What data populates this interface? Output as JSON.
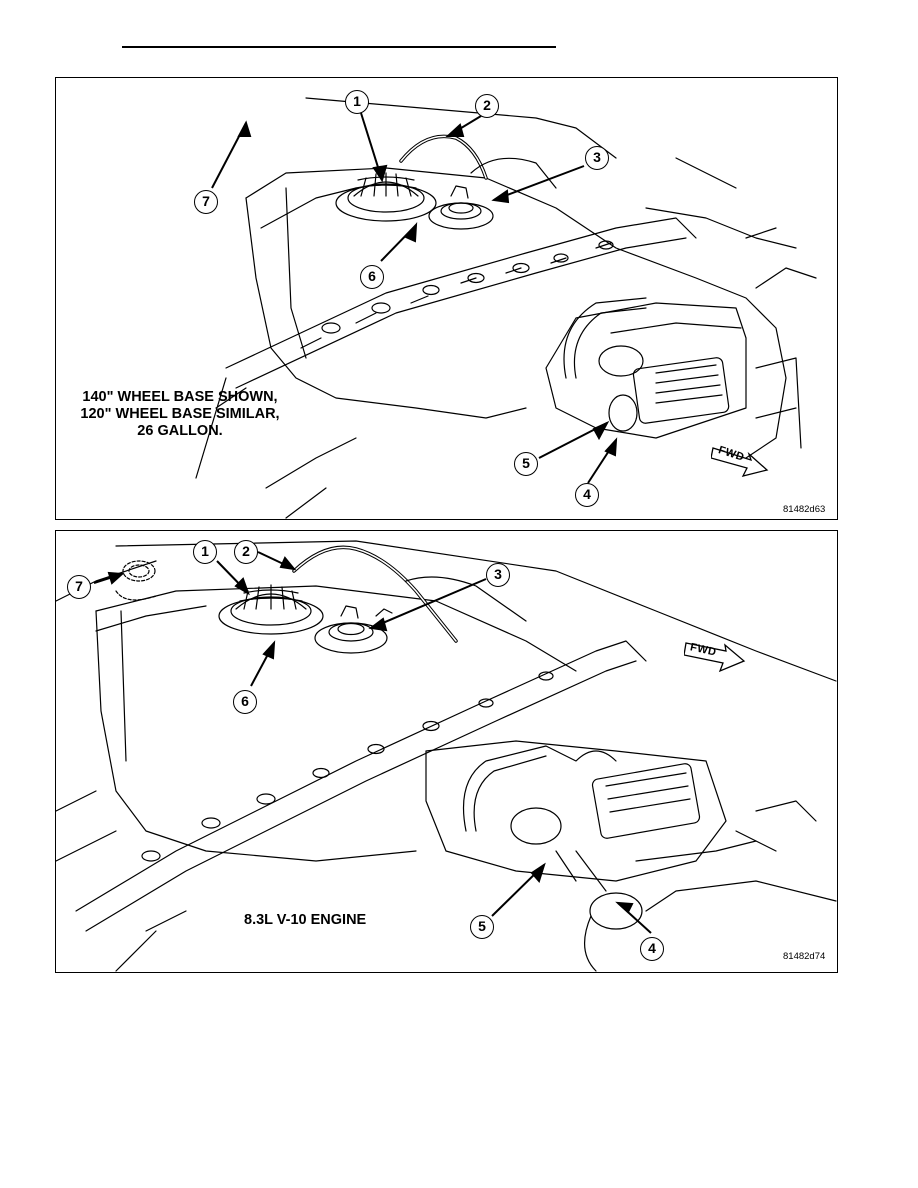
{
  "figures": [
    {
      "caption_lines": [
        "140\" WHEEL BASE SHOWN,",
        "120\" WHEEL BASE SIMILAR,",
        "26 GALLON."
      ],
      "ref_code": "81482d63",
      "fwd_label": "FWD",
      "callouts": [
        "1",
        "2",
        "3",
        "4",
        "5",
        "6",
        "7"
      ]
    },
    {
      "caption_lines": [
        "8.3L V-10 ENGINE"
      ],
      "ref_code": "81482d74",
      "fwd_label": "FWD",
      "callouts": [
        "1",
        "2",
        "3",
        "4",
        "5",
        "6",
        "7"
      ]
    }
  ]
}
